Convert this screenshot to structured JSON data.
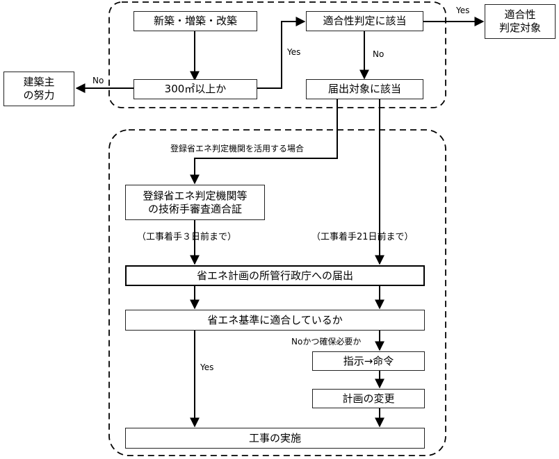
{
  "nodes": {
    "new_build": "新築・増築・改築",
    "area_check": "300㎡以上か",
    "owner_effort": "建築主\nの努力",
    "conformity_applicable": "適合性判定に該当",
    "conformity_target": "適合性\n判定対象",
    "notification_applicable": "届出対象に該当",
    "certificate": "登録省エネ判定機関等\nの技術手審査適合証",
    "notification": "省エネ計画の所管行政庁への届出",
    "standard_check": "省エネ基準に適合しているか",
    "instruction": "指示→命令",
    "plan_change": "計画の変更",
    "construction": "工事の実施"
  },
  "labels": {
    "no_owner": "No",
    "yes_area": "Yes",
    "yes_conformity": "Yes",
    "no_conformity": "No",
    "use_agency": "登録省エネ判定機関を活用する場合",
    "deadline_3": "（工事着手３日前まで）",
    "deadline_21": "（工事着手21日前まで）",
    "no_and_needed": "Noかつ確保必要か",
    "yes_standard": "Yes"
  }
}
